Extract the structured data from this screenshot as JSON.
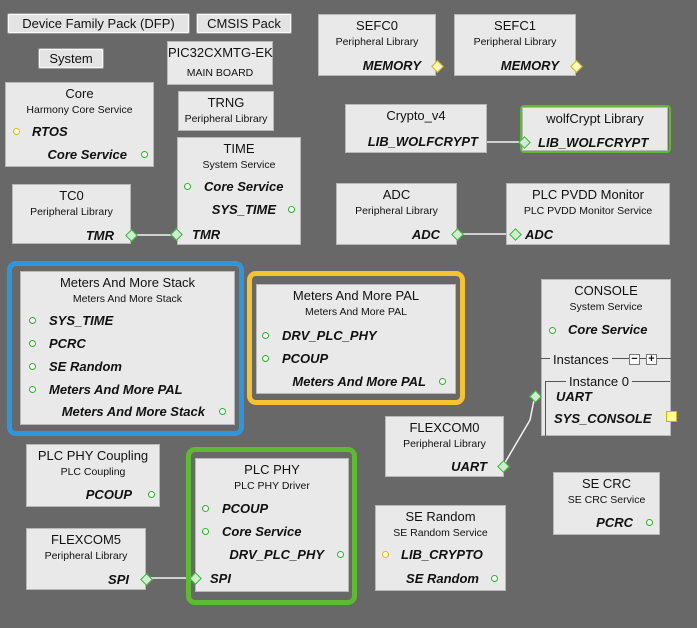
{
  "toolbar": {
    "dfp": "Device Family Pack (DFP)",
    "cmsis": "CMSIS Pack",
    "system": "System"
  },
  "board": {
    "title": "PIC32CXMTG-EK",
    "subtitle": "MAIN BOARD"
  },
  "trng": {
    "title": "TRNG",
    "subtitle": "Peripheral Library"
  },
  "sefc0": {
    "title": "SEFC0",
    "subtitle": "Peripheral Library",
    "port": "MEMORY"
  },
  "sefc1": {
    "title": "SEFC1",
    "subtitle": "Peripheral Library",
    "port": "MEMORY"
  },
  "core": {
    "title": "Core",
    "subtitle": "Harmony Core Service",
    "dep": "RTOS",
    "port": "Core Service"
  },
  "time": {
    "title": "TIME",
    "subtitle": "System Service",
    "dep": "Core Service",
    "port": "SYS_TIME",
    "dep2": "TMR"
  },
  "tc0": {
    "title": "TC0",
    "subtitle": "Peripheral Library",
    "port": "TMR"
  },
  "crypto": {
    "title": "Crypto_v4",
    "port": "LIB_WOLFCRYPT"
  },
  "wolf": {
    "title": "wolfCrypt Library",
    "port": "LIB_WOLFCRYPT"
  },
  "adc": {
    "title": "ADC",
    "subtitle": "Peripheral Library",
    "port": "ADC"
  },
  "pvdd": {
    "title": "PLC PVDD Monitor",
    "subtitle": "PLC PVDD Monitor Service",
    "dep": "ADC"
  },
  "stack": {
    "title": "Meters And More Stack",
    "subtitle": "Meters And More Stack",
    "deps": [
      "SYS_TIME",
      "PCRC",
      "SE Random",
      "Meters And More PAL"
    ],
    "port": "Meters And More Stack"
  },
  "pal": {
    "title": "Meters And More PAL",
    "subtitle": "Meters And More PAL",
    "deps": [
      "DRV_PLC_PHY",
      "PCOUP"
    ],
    "port": "Meters And More PAL"
  },
  "console": {
    "title": "CONSOLE",
    "subtitle": "System Service",
    "dep": "Core Service",
    "instances": "Instances",
    "instance0": "Instance 0",
    "uart": "UART",
    "port": "SYS_CONSOLE"
  },
  "coupling": {
    "title": "PLC PHY Coupling",
    "subtitle": "PLC Coupling",
    "port": "PCOUP"
  },
  "plcphy": {
    "title": "PLC PHY",
    "subtitle": "PLC PHY Driver",
    "deps": [
      "PCOUP",
      "Core Service"
    ],
    "port": "DRV_PLC_PHY",
    "spi": "SPI"
  },
  "flexcom0": {
    "title": "FLEXCOM0",
    "subtitle": "Peripheral Library",
    "port": "UART"
  },
  "secrc": {
    "title": "SE CRC",
    "subtitle": "SE CRC Service",
    "port": "PCRC"
  },
  "flexcom5": {
    "title": "FLEXCOM5",
    "subtitle": "Peripheral Library",
    "port": "SPI"
  },
  "serandom": {
    "title": "SE Random",
    "subtitle": "SE Random Service",
    "dep": "LIB_CRYPTO",
    "port": "SE Random"
  },
  "colors": {
    "canvas": "#686868",
    "box": "#e9e9e9",
    "highlight_blue": "#2b97e0",
    "highlight_yellow": "#f6c22d",
    "highlight_green": "#5dbb2f",
    "required": "#27b527",
    "optional": "#e0c000"
  }
}
